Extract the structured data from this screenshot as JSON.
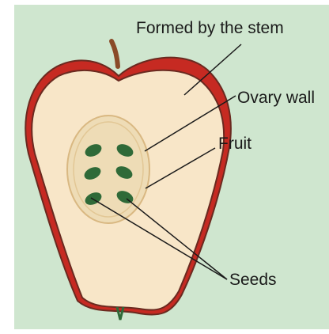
{
  "figure": {
    "labels": {
      "stem_origin": "Formed by the stem",
      "ovary_wall": "Ovary wall",
      "fruit": "Fruit",
      "seeds": "Seeds"
    },
    "colors": {
      "background": "#cfe6cf",
      "skin": "#c62a22",
      "flesh": "#f8e6c8",
      "core": "#eedcb6",
      "outline": "#6a2a20",
      "seed": "#2f6a38",
      "stalk": "#8a4a28",
      "leader": "#1a1a1a"
    }
  }
}
